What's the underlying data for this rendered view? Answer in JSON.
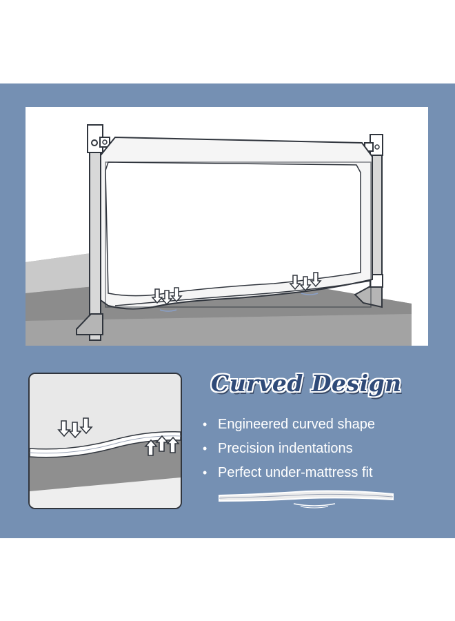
{
  "headline": "Curved Design",
  "features": [
    {
      "bullet": "•",
      "text": "Engineered curved shape"
    },
    {
      "bullet": "•",
      "text": "Precision indentations"
    },
    {
      "bullet": "•",
      "text": "Perfect under-mattress fit"
    }
  ],
  "colors": {
    "band": "#7590b3",
    "headline": "#2f4a78",
    "feature_text": "#ffffff",
    "rail_panel": "#ececec",
    "outline": "#30353d"
  },
  "icons": {
    "down_arrows": "down-arrows-icon",
    "up_arrows": "up-arrows-icon"
  }
}
